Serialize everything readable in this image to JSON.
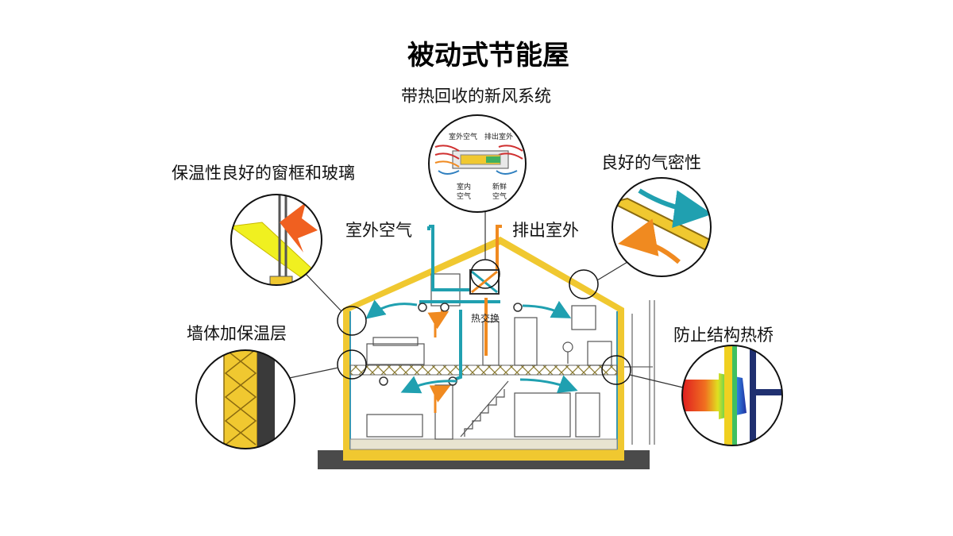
{
  "title": "被动式节能屋",
  "labels": {
    "ventilation": "带热回收的新风系统",
    "windows": "保温性良好的窗框和玻璃",
    "airtight": "良好的气密性",
    "wall_insulation": "墙体加保温层",
    "thermal_bridge": "防止结构热桥",
    "outdoor_air": "室外空气",
    "exhaust_out": "排出室外",
    "heat_exchange": "热交换"
  },
  "vent_detail": {
    "outdoor_air": "室外空气",
    "exhaust_out": "排出室外",
    "indoor_air_1": "室内",
    "indoor_air_2": "空气",
    "fresh_air_1": "新鲜",
    "fresh_air_2": "空气"
  },
  "colors": {
    "insulation": "#f0c830",
    "fresh_air": "#20a0b0",
    "exhaust": "#f08a20",
    "bridge_hot": "#e02020"
  }
}
